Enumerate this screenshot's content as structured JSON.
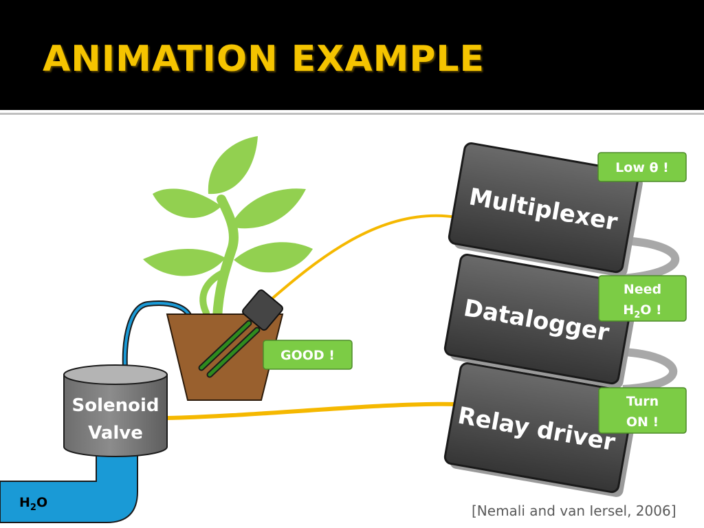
{
  "slide": {
    "title": "ANIMATION EXAMPLE",
    "citation": "[Nemali and van Iersel, 2006]"
  },
  "nodes": {
    "multiplexer": "Multiplexer",
    "datalogger": "Datalogger",
    "relay_driver": "Relay driver",
    "solenoid_line1": "Solenoid",
    "solenoid_line2": "Valve",
    "water": "H",
    "water_subscript": "2",
    "water_tail": "O"
  },
  "messages": {
    "sensor": "GOOD !",
    "multiplexer": "Low θ !",
    "datalogger_line1": "Need",
    "datalogger_line2_prefix": "H",
    "datalogger_line2_subscript": "2",
    "datalogger_line2_suffix": "O !",
    "relay_line1": "Turn",
    "relay_line2": "ON !"
  },
  "colors": {
    "title": "#f5c400",
    "message_box": "#7ccc45",
    "device_box": "#4b4b4b",
    "wire_yellow": "#f5b800",
    "pipe_blue": "#1a9ad6",
    "leaf": "#92d050",
    "pot": "#99602e",
    "sensor_probe": "#2e8b1e"
  }
}
